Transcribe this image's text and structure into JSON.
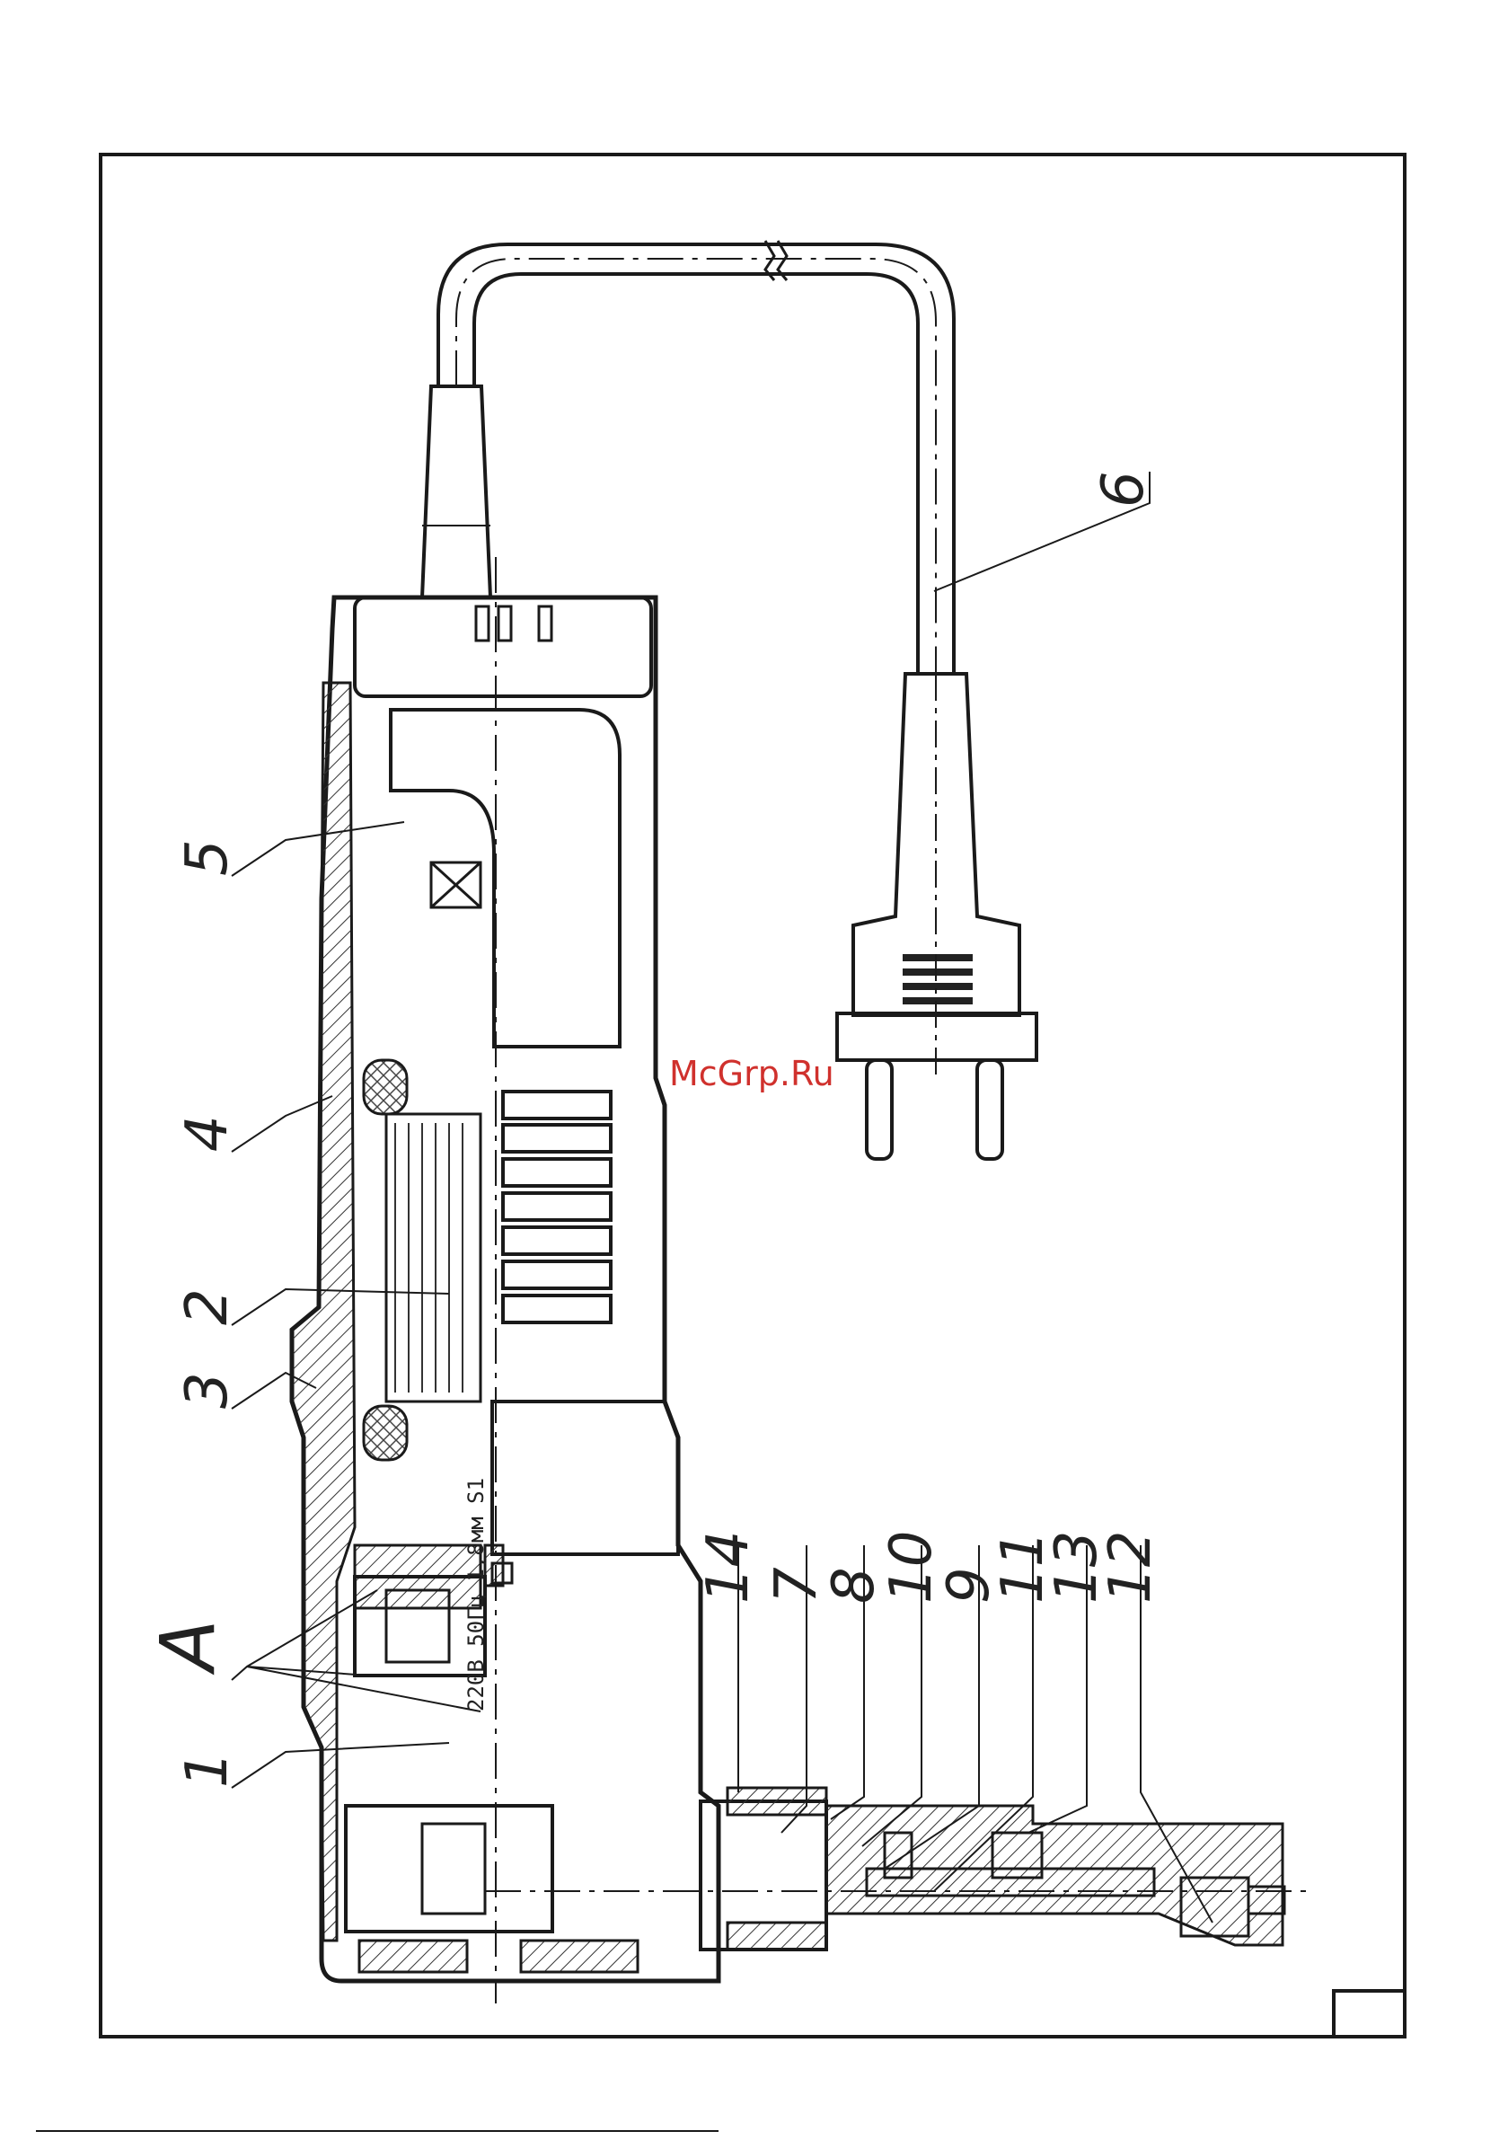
{
  "drawing": {
    "labels": {
      "l1": "1",
      "l2": "2",
      "l3": "3",
      "l4": "4",
      "l5": "5",
      "l6": "6",
      "l7": "7",
      "l8": "8",
      "l9": "9",
      "l10": "10",
      "l11": "11",
      "l12": "12",
      "l13": "13",
      "l14": "14",
      "lA": "A"
    },
    "rating_plate": "220В 50Гц 1,8мм S1",
    "watermark": "McGrp.Ru",
    "colors": {
      "line": "#1a1a1a",
      "watermark": "#d0312d",
      "background": "#ffffff"
    }
  }
}
